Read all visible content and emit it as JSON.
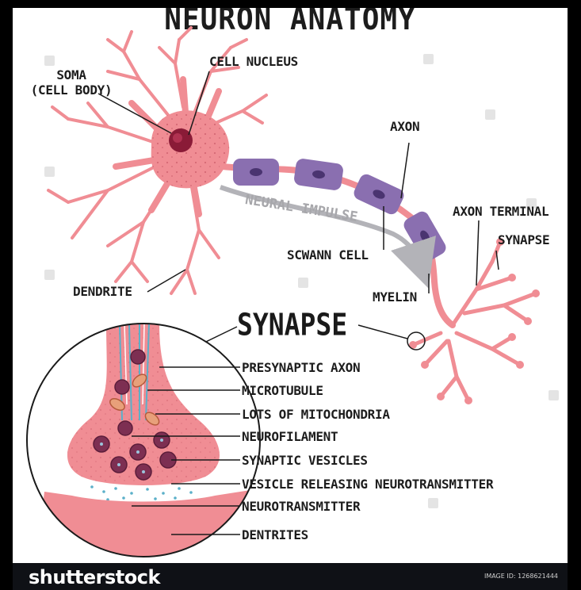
{
  "title": "NEURON ANATOMY",
  "labels": {
    "soma_line1": "SOMA",
    "soma_line2": "(CELL BODY)",
    "cell_nucleus": "CELL NUCLEUS",
    "axon": "AXON",
    "axon_terminal": "AXON TERMINAL",
    "synapse_small": "SYNAPSE",
    "neural_impulse": "NEURAL IMPULSE",
    "schwann_cell": "SCWANN CELL",
    "myelin": "MYELIN",
    "dendrite": "DENDRITE"
  },
  "inset": {
    "heading": "SYNAPSE",
    "items": [
      "PRESYNAPTIC AXON",
      "MICROTUBULE",
      "LOTS OF MITOCHONDRIA",
      "NEUROFILAMENT",
      "SYNAPTIC VESICLES",
      "VESICLE RELEASING NEUROTRANSMITTER",
      "NEUROTRANSMITTER",
      "DENTRITES"
    ]
  },
  "footer": {
    "brand": "shutterstock",
    "image_id": "IMAGE ID: 1268621444"
  },
  "colors": {
    "neuron": "#f08d94",
    "nucleus": "#8a1b37",
    "myelin": "#8a6fb0",
    "vesicle": "#7d2f52"
  }
}
